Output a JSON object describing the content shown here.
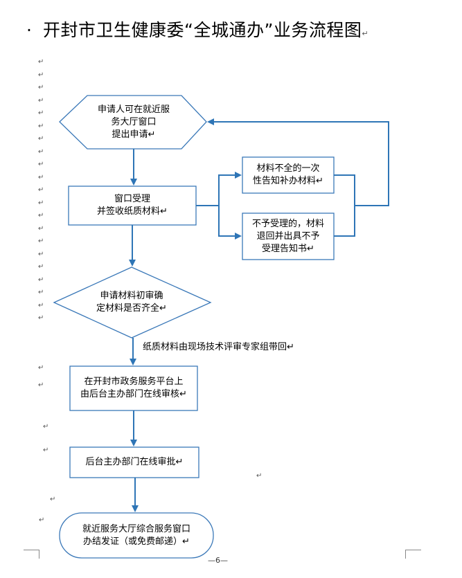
{
  "title": "开封市卫生健康委“全城通办”业务流程图",
  "title_bullet": "·",
  "para_mark": "↵",
  "nodes": {
    "start": "申请人可在就近服\n务大厅窗口\n提出申请↵",
    "accept": "窗口受理\n并签收纸质材料↵",
    "incomplete": "材料不全的一次\n性告知补办材料↵",
    "reject": "不予受理的，材料\n退回并出具不予\n受理告知书↵",
    "review": "申请材料初审确\n定材料是否齐全↵",
    "online_review": "在开封市政务服务平台上\n由后台主办部门在线审核↵",
    "approve": "后台主办部门在线审批↵",
    "issue": "就近服务大厅综合服务窗口\n办结发证（或免费邮递）↵"
  },
  "notes": {
    "paper_return": "纸质材料由现场技术评审专家组带回↵"
  },
  "page_number": "—6—",
  "colors": {
    "line": "#2e75b6",
    "shape": "#3a78b8",
    "text": "#000000"
  }
}
